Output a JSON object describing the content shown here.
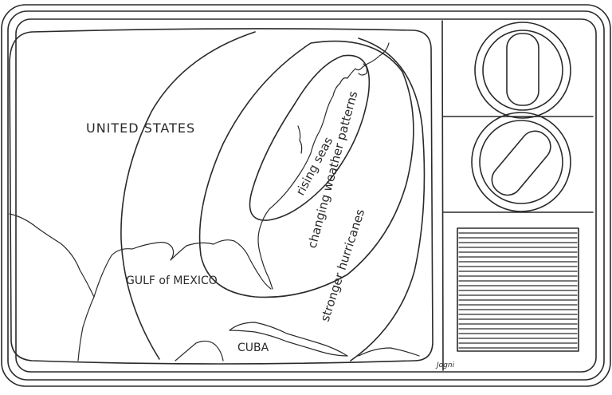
{
  "labels": {
    "country": "UNITED STATES",
    "gulf": "GULF of MEXICO",
    "island": "CUBA",
    "zone_inner": "rising seas",
    "zone_middle": "changing weather patterns",
    "zone_outer": "stronger hurricanes"
  },
  "signature": "Jogni",
  "colors": {
    "ink": "#2a2a2a",
    "paper": "#ffffff"
  },
  "icons": [
    "tv-knob-icon",
    "tv-knob-icon",
    "speaker-grille-icon"
  ]
}
